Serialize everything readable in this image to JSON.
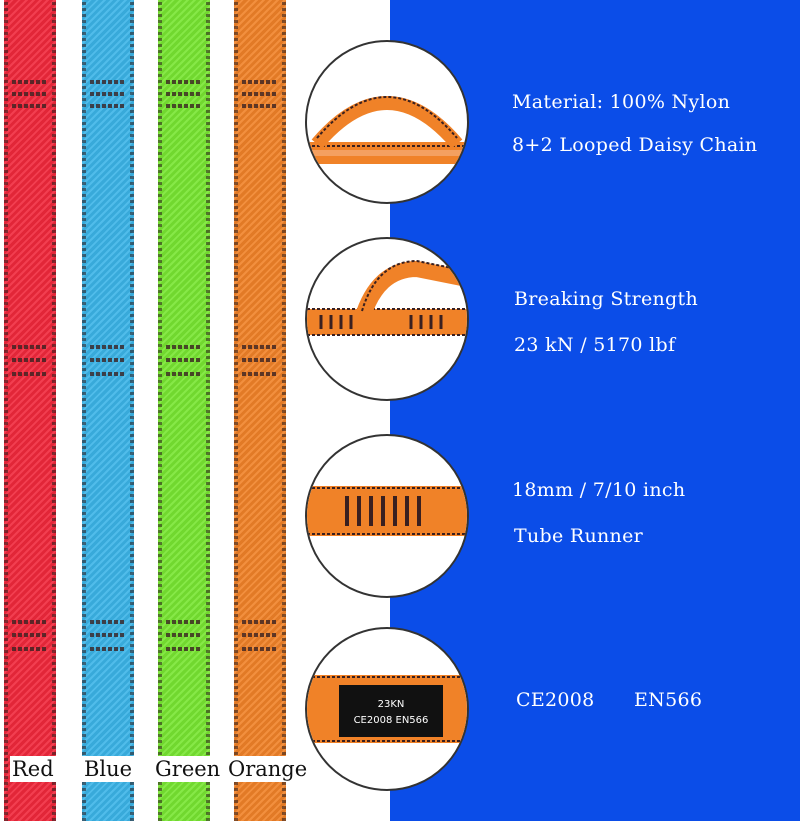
{
  "colors": {
    "panel_blue": "#0b4de8",
    "red": "#f0283c",
    "blue": "#3cb4e8",
    "green": "#78e632",
    "orange": "#f08228",
    "label_black": "#1a1a1a"
  },
  "color_labels": {
    "red": "Red",
    "blue": "Blue",
    "green": "Green",
    "orange": "Orange"
  },
  "specs": {
    "material": "Material: 100% Nylon",
    "chain": "8+2 Looped Daisy Chain",
    "breaking_title": "Breaking Strength",
    "breaking_value": "23 kN / 5170 lbf",
    "width": "18mm / 7/10 inch",
    "type": "Tube Runner",
    "cert_ce": "CE2008",
    "cert_en": "EN566"
  },
  "tag": {
    "line1": "23KN",
    "line2": "CE2008 EN566"
  }
}
